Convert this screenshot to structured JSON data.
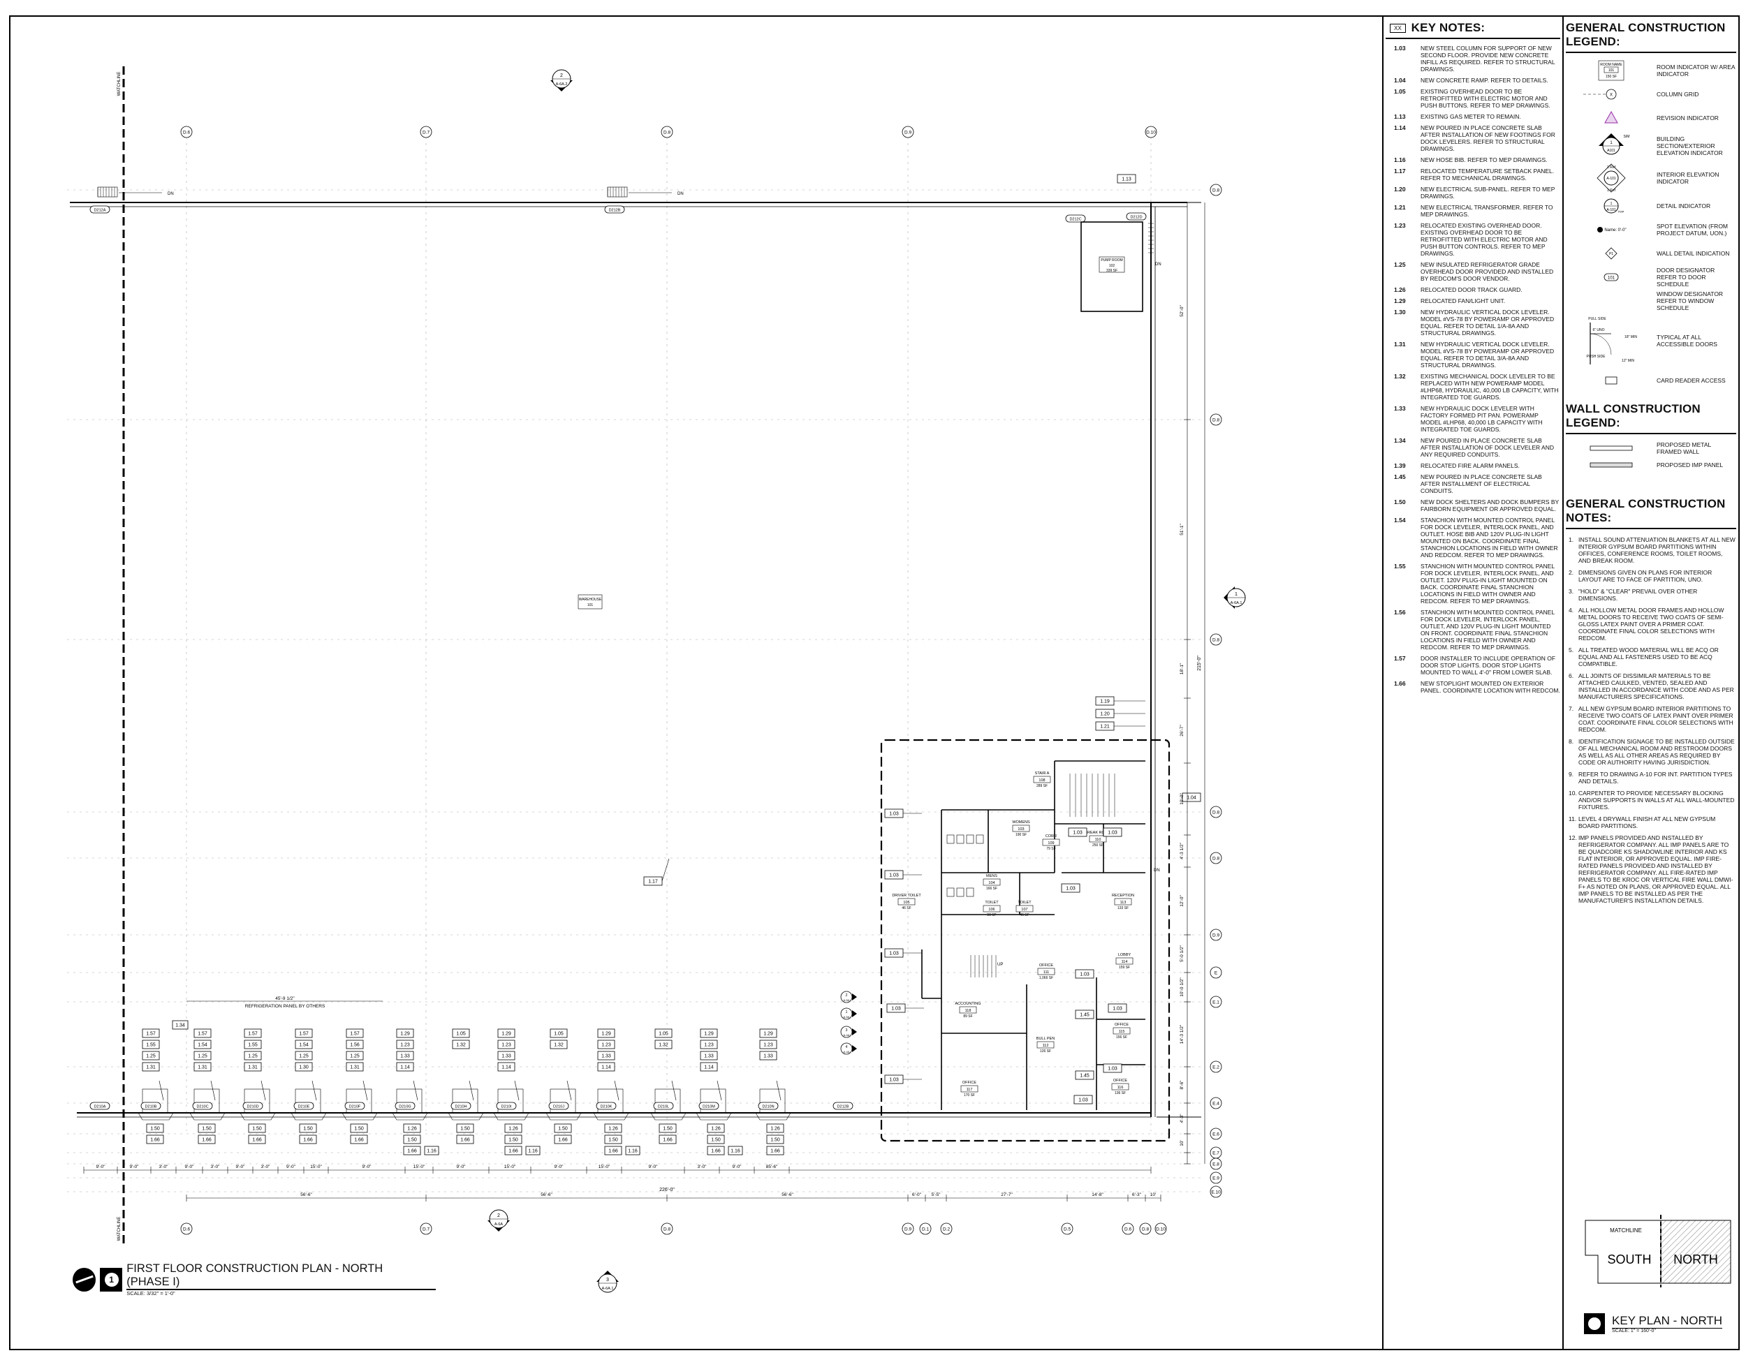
{
  "drawing": {
    "title": "FIRST FLOOR CONSTRUCTION PLAN - NORTH (PHASE I)",
    "scale": "SCALE: 3/32\" = 1'-0\"",
    "view_number": "1",
    "refrigeration_label": "REFRIGERATION PANEL BY OTHERS",
    "refrigeration_dim": "45'-9 1/2\"",
    "watchline": "WATCHLINE",
    "warehouse": {
      "name": "WAREHOUSE",
      "number": "101"
    },
    "rooms": [
      {
        "name": "PUMP ROOM",
        "number": "102",
        "area": "339 SF"
      },
      {
        "name": "STAIR A",
        "number": "108",
        "area": "289 SF"
      },
      {
        "name": "WOMENS",
        "number": "103",
        "area": "190 SF"
      },
      {
        "name": "CORR",
        "number": "109",
        "area": "79 SF"
      },
      {
        "name": "BREAK ROOM",
        "number": "110",
        "area": "250 SF"
      },
      {
        "name": "MENS",
        "number": "104",
        "area": "166 SF"
      },
      {
        "name": "DRIVER TOILET",
        "number": "105",
        "area": "46 SF"
      },
      {
        "name": "TOILET",
        "number": "106",
        "area": "59 SF"
      },
      {
        "name": "TOILET",
        "number": "107",
        "area": "46 SF"
      },
      {
        "name": "RECEPTION",
        "number": "113",
        "area": "133 SF"
      },
      {
        "name": "LOBBY",
        "number": "114",
        "area": "159 SF"
      },
      {
        "name": "OFFICE",
        "number": "111",
        "area": "1,066 SF"
      },
      {
        "name": "ACCOUNTING",
        "number": "118",
        "area": "89 SF"
      },
      {
        "name": "OFFICE",
        "number": "115",
        "area": "156 SF"
      },
      {
        "name": "BULL PEN",
        "number": "112",
        "area": "126 SF"
      },
      {
        "name": "OFFICE",
        "number": "116",
        "area": "136 SF"
      },
      {
        "name": "OFFICE",
        "number": "117",
        "area": "170 SF"
      }
    ],
    "grid_top": [
      "D.6",
      "D.7",
      "D.8",
      "D.9",
      "D.10"
    ],
    "grid_bottom": [
      "D.6",
      "D.7",
      "D.8",
      "D.9",
      "D.1",
      "D.2",
      "D.5",
      "D.6",
      "D.8",
      "D.10"
    ],
    "grid_right": [
      "D.8",
      "D.8",
      "D.8",
      "D.8",
      "D.8",
      "D.9",
      "E",
      "E.1",
      "E.2",
      "E.4",
      "E.6",
      "E.7",
      "E.8",
      "E.9",
      "E.10"
    ],
    "dims_right": [
      "52'-0\"",
      "51'-1\"",
      "18'-1\"",
      "26'-7\"",
      "10'-0\"",
      "4'-3 1/2\"",
      "12'-0\"",
      "5'-0 1/2\"",
      "10'-0 1/2\"",
      "14'-3 1/2\"",
      "8'-6\"",
      "4'-3\"",
      "10'",
      "215'-0\""
    ],
    "dims_bottom_row1": [
      "9'-0\"",
      "9'-0\"",
      "3'-0\"",
      "9'-0\"",
      "3'-0\"",
      "9'-0\"",
      "3'-0\"",
      "9'-0\"",
      "15'-0\"",
      "9'-0\"",
      "15'-0\"",
      "9'-0\"",
      "15'-0\"",
      "9'-0\"",
      "15'-0\"",
      "9'-0\"",
      "3'-0\"",
      "9'-0\"",
      "85'-6\""
    ],
    "dims_bottom_row2": [
      "56'-6\"",
      "56'-6\"",
      "56'-6\"",
      "6'-0\"",
      "5'-5\"",
      "27'-7\"",
      "14'-8\"",
      "6'-3\"",
      "10'"
    ],
    "dims_bottom_total": "226'-0\"",
    "section_marks": [
      {
        "num": "2",
        "sheet": "A-6A.2"
      },
      {
        "num": "1",
        "sheet": "A-6A.1"
      },
      {
        "num": "2",
        "sheet": "A-6A"
      },
      {
        "num": "3",
        "sheet": "A-6A.1"
      },
      {
        "num": "2",
        "sheet": "A-5A"
      },
      {
        "num": "1",
        "sheet": "A-5A"
      },
      {
        "num": "3",
        "sheet": "A-4A"
      },
      {
        "num": "4",
        "sheet": "A-4A"
      }
    ],
    "door_tags_top": [
      "D212A",
      "D212B",
      "D212C",
      "D212D",
      "1.13"
    ],
    "door_tags_bottom": [
      "D210A",
      "D210B",
      "D210C",
      "D210D",
      "D210E",
      "D210F",
      "D210G",
      "D210H",
      "D210I",
      "D210J",
      "D210K",
      "D210L",
      "D210M",
      "D210N"
    ],
    "notes_on_plan": [
      "1.03",
      "1.04",
      "1.17",
      "1.19",
      "1.20",
      "1.21",
      "1.45",
      "1.16",
      "1.14",
      "1.34"
    ],
    "dock_stacks": [
      [
        "1.57",
        "1.55",
        "1.25",
        "1.31"
      ],
      [
        "1.57",
        "1.54",
        "1.25",
        "1.31"
      ],
      [
        "1.57",
        "1.55",
        "1.25",
        "1.31"
      ],
      [
        "1.57",
        "1.54",
        "1.25",
        "1.30"
      ],
      [
        "1.57",
        "1.56",
        "1.25",
        "1.31"
      ],
      [
        "1.29",
        "1.23",
        "1.33",
        "1.14"
      ],
      [
        "1.05",
        "1.32"
      ],
      [
        "1.29",
        "1.23",
        "1.33",
        "1.14"
      ],
      [
        "1.05",
        "1.32"
      ],
      [
        "1.29",
        "1.23",
        "1.33",
        "1.14"
      ],
      [
        "1.05",
        "1.32"
      ],
      [
        "1.29",
        "1.23",
        "1.33",
        "1.14"
      ],
      [
        "1.29",
        "1.23",
        "1.33"
      ]
    ],
    "dock_stacks_below": [
      [
        "1.50",
        "1.66"
      ],
      [
        "1.50",
        "1.66"
      ],
      [
        "1.50",
        "1.66"
      ],
      [
        "1.50",
        "1.66"
      ],
      [
        "1.50",
        "1.66"
      ],
      [
        "1.26",
        "1.50",
        "1.66",
        "1.16"
      ],
      [
        "1.50",
        "1.66"
      ],
      [
        "1.26",
        "1.50",
        "1.66",
        "1.16"
      ],
      [
        "1.50",
        "1.66"
      ],
      [
        "1.26",
        "1.50",
        "1.66",
        "1.16"
      ],
      [
        "1.50",
        "1.66"
      ],
      [
        "1.26",
        "1.50",
        "1.66",
        "1.16"
      ],
      [
        "1.26",
        "1.50",
        "1.66"
      ]
    ],
    "stair_dn": "DN",
    "stair_up": "UP"
  },
  "key_notes": {
    "title": "KEY NOTES:",
    "tag": "XX",
    "items": [
      {
        "num": "1.03",
        "text": "NEW STEEL COLUMN FOR SUPPORT OF NEW SECOND FLOOR. PROVIDE NEW CONCRETE INFILL AS REQUIRED. REFER TO STRUCTURAL DRAWINGS."
      },
      {
        "num": "1.04",
        "text": "NEW CONCRETE RAMP. REFER TO DETAILS."
      },
      {
        "num": "1.05",
        "text": "EXISTING OVERHEAD DOOR TO BE RETROFITTED WITH ELECTRIC MOTOR AND PUSH BUTTONS. REFER TO MEP DRAWINGS."
      },
      {
        "num": "1.13",
        "text": "EXISTING GAS METER TO REMAIN."
      },
      {
        "num": "1.14",
        "text": "NEW POURED IN PLACE CONCRETE SLAB AFTER INSTALLATION OF NEW FOOTINGS FOR DOCK LEVELERS. REFER TO STRUCTURAL DRAWINGS."
      },
      {
        "num": "1.16",
        "text": "NEW HOSE BIB. REFER TO MEP DRAWINGS."
      },
      {
        "num": "1.17",
        "text": "RELOCATED TEMPERATURE SETBACK PANEL. REFER TO MECHANICAL DRAWINGS."
      },
      {
        "num": "1.20",
        "text": "NEW ELECTRICAL SUB-PANEL. REFER TO MEP DRAWINGS."
      },
      {
        "num": "1.21",
        "text": "NEW ELECTRICAL TRANSFORMER. REFER TO MEP DRAWINGS."
      },
      {
        "num": "1.23",
        "text": "RELOCATED EXISTING OVERHEAD DOOR. EXISTING OVERHEAD DOOR TO BE RETROFITTED WITH ELECTRIC MOTOR AND PUSH BUTTON CONTROLS. REFER TO MEP DRAWINGS."
      },
      {
        "num": "1.25",
        "text": "NEW INSULATED REFRIGERATOR GRADE OVERHEAD DOOR PROVIDED AND INSTALLED BY REDCOM'S DOOR VENDOR."
      },
      {
        "num": "1.26",
        "text": "RELOCATED DOOR TRACK GUARD."
      },
      {
        "num": "1.29",
        "text": "RELOCATED FAN/LIGHT UNIT."
      },
      {
        "num": "1.30",
        "text": "NEW HYDRAULIC VERTICAL DOCK LEVELER. MODEL #VS-78 BY POWERAMP OR APPROVED EQUAL. REFER TO DETAIL 1/A-8A AND STRUCTURAL DRAWINGS."
      },
      {
        "num": "1.31",
        "text": "NEW HYDRAULIC VERTICAL DOCK LEVELER. MODEL #VS-78 BY POWERAMP OR APPROVED EQUAL. REFER TO DETAIL 3/A-8A AND STRUCTURAL DRAWINGS."
      },
      {
        "num": "1.32",
        "text": "EXISTING MECHANICAL DOCK LEVELER TO BE REPLACED WITH NEW POWERAMP MODEL #LHP68, HYDRAULIC, 40,000 LB CAPACITY, WITH INTEGRATED TOE GUARDS."
      },
      {
        "num": "1.33",
        "text": "NEW HYDRAULIC DOCK LEVELER WITH FACTORY FORMED PIT PAN. POWERAMP MODEL #LHP68, 40,000 LB CAPACITY WITH INTEGRATED TOE GUARDS."
      },
      {
        "num": "1.34",
        "text": "NEW POURED IN PLACE CONCRETE SLAB AFTER INSTALLATION OF DOCK LEVELER AND ANY REQUIRED CONDUITS."
      },
      {
        "num": "1.39",
        "text": "RELOCATED FIRE ALARM PANELS."
      },
      {
        "num": "1.45",
        "text": "NEW POURED IN PLACE CONCRETE SLAB AFTER INSTALLMENT OF ELECTRICAL CONDUITS."
      },
      {
        "num": "1.50",
        "text": "NEW DOCK SHELTERS AND DOCK BUMPERS BY FAIRBORN EQUIPMENT OR APPROVED EQUAL."
      },
      {
        "num": "1.54",
        "text": "STANCHION WITH MOUNTED CONTROL PANEL FOR DOCK LEVELER, INTERLOCK PANEL, AND OUTLET. HOSE BIB AND 120V PLUG-IN LIGHT MOUNTED ON BACK. COORDINATE FINAL STANCHION LOCATIONS IN FIELD WITH OWNER AND REDCOM. REFER TO MEP DRAWINGS."
      },
      {
        "num": "1.55",
        "text": "STANCHION WITH MOUNTED CONTROL PANEL FOR DOCK LEVELER, INTERLOCK PANEL, AND OUTLET. 120V PLUG-IN LIGHT MOUNTED ON BACK. COORDINATE FINAL STANCHION LOCATIONS IN FIELD WITH OWNER AND REDCOM. REFER TO MEP DRAWINGS."
      },
      {
        "num": "1.56",
        "text": "STANCHION WITH MOUNTED CONTROL PANEL FOR DOCK LEVELER, INTERLOCK PANEL, OUTLET, AND 120V PLUG-IN LIGHT MOUNTED ON FRONT. COORDINATE FINAL STANCHION LOCATIONS IN FIELD WITH OWNER AND REDCOM. REFER TO MEP DRAWINGS."
      },
      {
        "num": "1.57",
        "text": "DOOR INSTALLER TO INCLUDE OPERATION OF DOOR STOP LIGHTS. DOOR STOP LIGHTS MOUNTED TO WALL 4'-0\" FROM LOWER SLAB."
      },
      {
        "num": "1.66",
        "text": "NEW STOPLIGHT MOUNTED ON EXTERIOR PANEL. COORDINATE LOCATION WITH REDCOM."
      }
    ]
  },
  "legend": {
    "title": "GENERAL CONSTRUCTION LEGEND:",
    "items": [
      {
        "symbol": "room",
        "sym_text": [
          "ROOM NAME",
          "101",
          "150 SF"
        ],
        "text": "ROOM INDICATOR W/ AREA INDICATOR"
      },
      {
        "symbol": "grid",
        "sym_text": [
          "X"
        ],
        "text": "COLUMN GRID"
      },
      {
        "symbol": "revision",
        "sym_text": [],
        "text": "REVISION INDICATOR"
      },
      {
        "symbol": "section",
        "sym_text": [
          "1",
          "A101",
          "SIM"
        ],
        "text": "BUILDING SECTION/EXTERIOR ELEVATION INDICATOR"
      },
      {
        "symbol": "interior",
        "sym_text": [
          "1 Ref",
          "A-101",
          "1 Ref"
        ],
        "text": "INTERIOR ELEVATION INDICATOR"
      },
      {
        "symbol": "detail",
        "sym_text": [
          "1",
          "A-101",
          "TYP"
        ],
        "text": "DETAIL INDICATOR"
      },
      {
        "symbol": "spot",
        "sym_text": [
          "Name: 0'-0\""
        ],
        "text": "SPOT ELEVATION (FROM PROJECT DATUM, UON.)"
      },
      {
        "symbol": "wall",
        "sym_text": [
          "P1"
        ],
        "text": "WALL DETAIL INDICATION"
      },
      {
        "symbol": "door",
        "sym_text": [
          "101"
        ],
        "text": "DOOR DESIGNATOR REFER TO DOOR SCHEDULE"
      },
      {
        "symbol": "window",
        "sym_text": [],
        "text": "WINDOW DESIGNATOR REFER TO WINDOW SCHEDULE"
      },
      {
        "symbol": "accessible",
        "sym_text": [
          "PULL SIDE",
          "6\" UNO",
          "PUSH SIDE",
          "18\" MIN",
          "12\" MIN"
        ],
        "text": "TYPICAL AT ALL ACCESSIBLE DOORS"
      },
      {
        "symbol": "card",
        "sym_text": [],
        "text": "CARD READER ACCESS"
      }
    ]
  },
  "wall_legend": {
    "title": "WALL CONSTRUCTION LEGEND:",
    "items": [
      {
        "text": "PROPOSED METAL FRAMED WALL"
      },
      {
        "text": "PROPOSED IMP PANEL"
      }
    ]
  },
  "general_notes": {
    "title": "GENERAL CONSTRUCTION NOTES:",
    "items": [
      "INSTALL SOUND ATTENUATION BLANKETS AT ALL NEW INTERIOR GYPSUM BOARD PARTITIONS WITHIN OFFICES, CONFERENCE ROOMS, TOILET ROOMS, AND BREAK ROOM.",
      "DIMENSIONS GIVEN ON PLANS FOR INTERIOR LAYOUT ARE TO FACE OF PARTITION, UNO.",
      "\"HOLD\" & \"CLEAR\" PREVAIL OVER OTHER DIMENSIONS.",
      "ALL HOLLOW METAL DOOR FRAMES AND HOLLOW METAL DOORS TO RECEIVE TWO COATS OF SEMI-GLOSS LATEX PAINT OVER A PRIMER COAT. COORDINATE FINAL COLOR SELECTIONS WITH REDCOM.",
      "ALL TREATED WOOD MATERIAL WILL BE ACQ OR EQUAL AND ALL FASTENERS USED TO BE ACQ COMPATIBLE.",
      "ALL JOINTS OF DISSIMILAR MATERIALS TO BE ATTACHED CAULKED, VENTED, SEALED AND INSTALLED IN ACCORDANCE WITH CODE AND AS PER MANUFACTURERS SPECIFICATIONS.",
      "ALL NEW GYPSUM BOARD INTERIOR PARTITIONS TO RECEIVE TWO COATS OF LATEX PAINT OVER PRIMER COAT. COORDINATE FINAL COLOR SELECTIONS WITH REDCOM.",
      "IDENTIFICATION SIGNAGE TO BE INSTALLED OUTSIDE OF ALL MECHANICAL ROOM AND RESTROOM DOORS AS WELL AS ALL OTHER AREAS AS REQUIRED BY CODE OR AUTHORITY HAVING JURISDICTION.",
      "REFER TO DRAWING A-10 FOR INT. PARTITION TYPES AND DETAILS.",
      "CARPENTER TO PROVIDE NECESSARY BLOCKING AND/OR SUPPORTS IN WALLS AT ALL WALL-MOUNTED FIXTURES.",
      "LEVEL 4 DRYWALL FINISH AT ALL NEW GYPSUM BOARD PARTITIONS.",
      "IMP PANELS PROVIDED AND INSTALLED BY REFRIGERATOR COMPANY. ALL IMP PANELS ARE TO BE QUADCORE KS SHADOWLINE INTERIOR AND KS FLAT INTERIOR, OR APPROVED EQUAL. IMP FIRE-RATED PANELS PROVIDED AND INSTALLED BY REFRIGERATOR COMPANY. ALL FIRE-RATED IMP PANELS TO BE KROC OR VERTICAL FIRE WALL DMWI-F+ AS NOTED ON PLANS, OR APPROVED EQUAL. ALL IMP PANELS TO BE INSTALLED AS PER THE MANUFACTURER'S INSTALLATION DETAILS."
    ]
  },
  "key_plan": {
    "title": "KEY PLAN - NORTH",
    "scale": "SCALE: 1\" = 160'-0\"",
    "south": "SOUTH",
    "north": "NORTH",
    "matchline": "MATCHLINE"
  }
}
